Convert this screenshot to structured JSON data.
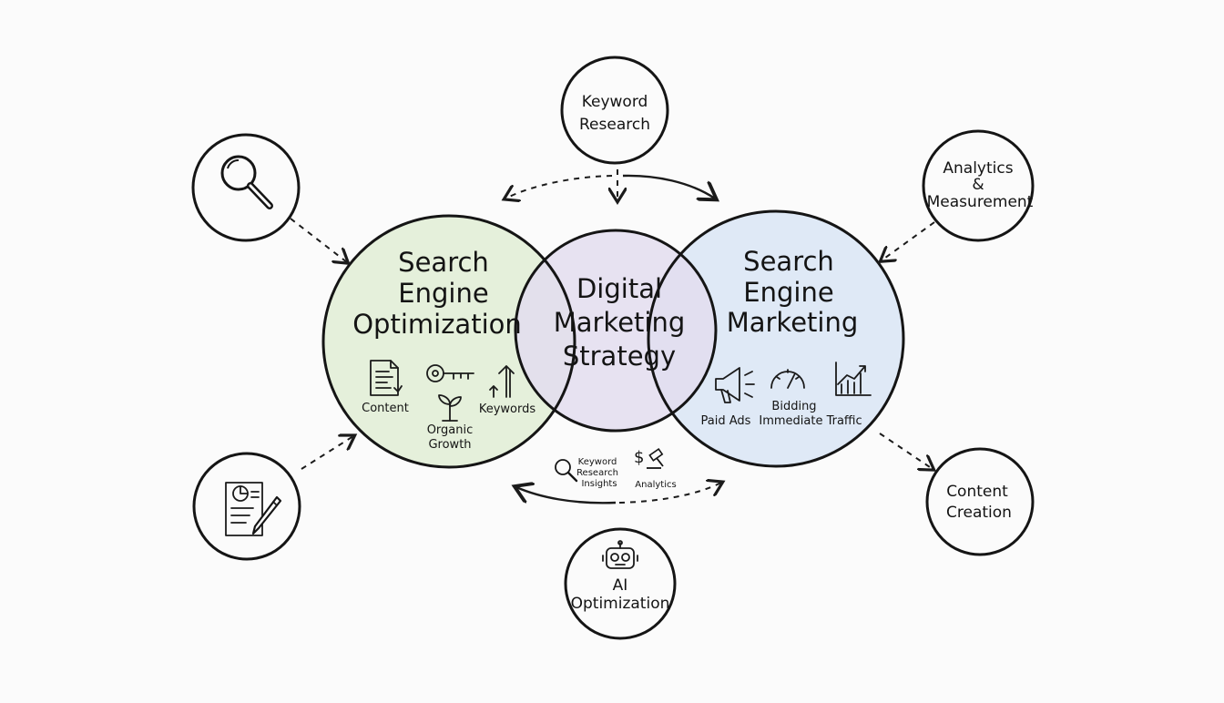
{
  "colors": {
    "seo_fill": "#e4efd9",
    "center_fill": "#e3ddef",
    "sem_fill": "#dde8f6",
    "stroke": "#151515",
    "background": "#fbfbfb"
  },
  "center": {
    "title_lines": [
      "Digital",
      "Marketing",
      "Strategy"
    ]
  },
  "seo": {
    "title_lines": [
      "Search",
      "Engine",
      "Optimization"
    ],
    "items": {
      "content": "Content",
      "organic_line1": "Organic",
      "organic_line2": "Growth",
      "keywords": "Keywords"
    },
    "icons": [
      "document-icon",
      "key-icon",
      "up-arrows-icon",
      "sprout-icon"
    ]
  },
  "sem": {
    "title_lines": [
      "Search",
      "Engine",
      "Marketing"
    ],
    "items": {
      "paid_ads": "Paid Ads",
      "bidding": "Bidding",
      "immediate_traffic": "Immediate Traffic"
    },
    "icons": [
      "megaphone-icon",
      "gauge-icon",
      "bar-chart-icon"
    ]
  },
  "satellites": {
    "keyword_research": [
      "Keyword",
      "Research"
    ],
    "analytics": [
      "Analytics",
      "&",
      "Measurement"
    ],
    "content_creation": [
      "Content",
      "Creation"
    ],
    "ai_optimization": [
      "AI",
      "Optimization"
    ],
    "icons": [
      "magnifier-icon",
      "report-pencil-icon",
      "robot-icon"
    ]
  },
  "bottom_labels": {
    "insights": [
      "Keyword",
      "Research",
      "Insights"
    ],
    "analytics": "Analytics",
    "icons": [
      "small-magnifier-icon",
      "dollar-gavel-icon"
    ]
  }
}
